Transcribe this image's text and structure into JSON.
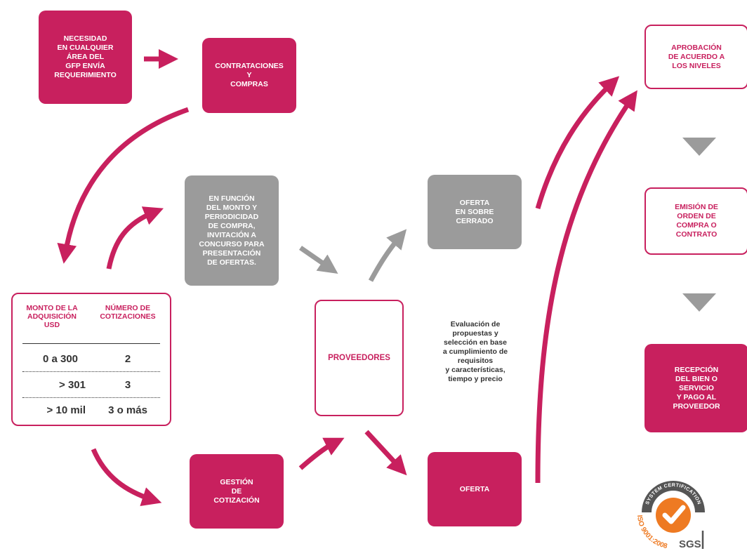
{
  "colors": {
    "primary": "#c8205e",
    "secondary": "#9b9b9b",
    "text": "#333333"
  },
  "boxes": {
    "necesidad": "NECESIDAD\nEN CUALQUIER\nÁREA DEL\nGFP ENVÍA\nREQUERIMIENTO",
    "contrataciones": "CONTRATACIONES\nY\nCOMPRAS",
    "en_funcion": "EN FUNCIÓN\nDEL MONTO Y\nPERIODICIDAD\nDE COMPRA,\nINVITACIÓN A\nCONCURSO PARA\nPRESENTACIÓN\nDE OFERTAS.",
    "oferta_sobre": "OFERTA\nEN SOBRE\nCERRADO",
    "proveedores": "PROVEEDORES",
    "gestion": "GESTIÓN\nDE\nCOTIZACIÓN",
    "oferta": "OFERTA",
    "aprobacion": "APROBACIÓN\nDE ACUERDO A\nLOS NIVELES",
    "emision": "EMISIÓN DE\nORDEN DE\nCOMPRA  O\nCONTRATO",
    "recepcion": "RECEPCIÓN\nDEL BIEN O\nSERVICIO\nY PAGO AL\nPROVEEDOR"
  },
  "evaluation_note": "Evaluación de\npropuestas y\nselección en base\na cumplimiento de\nrequisitos\ny características,\ntiempo y precio",
  "table": {
    "headers": [
      "MONTO DE LA\nADQUISICIÓN\nUSD",
      "NÚMERO DE\nCOTIZACIONES"
    ],
    "rows": [
      [
        "0 a 300",
        "2"
      ],
      [
        "> 301",
        "3"
      ],
      [
        "> 10 mil",
        "3 o más"
      ]
    ]
  },
  "certification": {
    "ring_text": "SYSTEM CERTIFICATION",
    "standard": "ISO 9001:2008",
    "brand": "SGS"
  }
}
